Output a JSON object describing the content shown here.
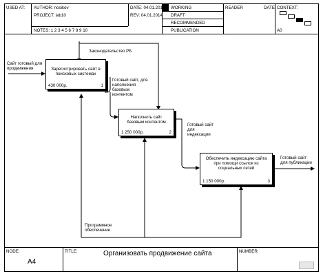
{
  "header": {
    "used_at": "USED AT:",
    "author": "AUTHOR:  nosikov",
    "project": "PROJECT:  lab10",
    "notes": "NOTES:  1  2  3  4  5  6  7  8  9  10",
    "date": "DATE:  04.01.2014",
    "rev": "REV:   04.01.2014",
    "status": [
      "WORKING",
      "DRAFT",
      "RECOMMENDED",
      "PUBLICATION"
    ],
    "reader": "READER",
    "reader_date": "DATE",
    "context": "CONTEXT:",
    "context_node": "A0"
  },
  "boxes": [
    {
      "label": "Зарегистрировать сайт в поисковых системах",
      "cost": "430 000р.",
      "num": "1"
    },
    {
      "label": "Наполнить сайт базовым контентом",
      "cost": "1 250 000р.",
      "num": "2"
    },
    {
      "label": "Обеспечить индексацию сайта при помощи ссылок из социальных сетей",
      "cost": "1 150 000р.",
      "num": "3"
    }
  ],
  "arrows": {
    "input": "Сайт готовый для продвижения",
    "control": "Законодательство РБ",
    "out1": "Готовый сайт, для наполнения базовым контентом",
    "out2": "Готовый сайт для индексации",
    "output": "Готовый сайт для публикации",
    "mechanism": "Программное обеспечение"
  },
  "footer": {
    "node_label": "NODE:",
    "node": "A4",
    "title_label": "TITLE:",
    "title": "Организовать продвижение сайта",
    "number_label": "NUMBER:"
  }
}
